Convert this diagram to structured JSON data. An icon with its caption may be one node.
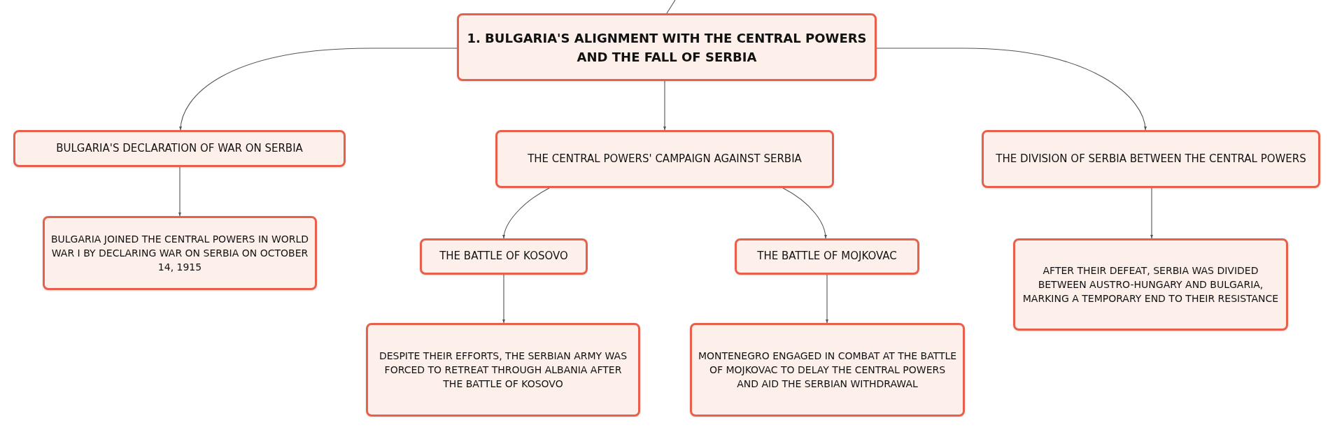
{
  "diagram": {
    "nodes": [
      {
        "text": [
          "1. BULGARIA'S ALIGNMENT WITH THE CENTRAL POWERS AND THE FALL OF SERBIA"
        ]
      },
      {
        "text": [
          "BULGARIA'S DECLARATION OF WAR ON SERBIA"
        ]
      },
      {
        "text": [
          "THE CENTRAL POWERS' CAMPAIGN AGAINST SERBIA"
        ]
      },
      {
        "text": [
          "THE DIVISION OF SERBIA BETWEEN THE CENTRAL POWERS"
        ]
      },
      {
        "text": [
          "BULGARIA JOINED THE CENTRAL POWERS IN WORLD WAR I BY DECLARING WAR ON SERBIA ON OCTOBER 14, 1915"
        ]
      },
      {
        "text": [
          "THE BATTLE OF KOSOVO"
        ]
      },
      {
        "text": [
          "THE BATTLE OF MOJKOVAC"
        ]
      },
      {
        "text": [
          "AFTER THEIR DEFEAT, SERBIA WAS DIVIDED BETWEEN AUSTRO-HUNGARY AND BULGARIA, MARKING A TEMPORARY END TO THEIR RESISTANCE"
        ]
      },
      {
        "text": [
          "DESPITE THEIR EFFORTS, THE SERBIAN ARMY WAS FORCED TO RETREAT THROUGH ALBANIA AFTER THE BATTLE OF KOSOVO"
        ]
      },
      {
        "text": [
          "MONTENEGRO ENGAGED IN COMBAT AT THE BATTLE OF MOJKOVAC TO DELAY THE CENTRAL POWERS AND AID THE SERBIAN WITHDRAWAL"
        ]
      }
    ],
    "edges": [
      {
        "from": null,
        "to": 0,
        "arrow": "none"
      },
      {
        "from": 0,
        "to": 1,
        "arrow": "to"
      },
      {
        "from": 0,
        "to": 2,
        "arrow": "to"
      },
      {
        "from": 0,
        "to": 3,
        "arrow": "to"
      },
      {
        "from": 1,
        "to": 4,
        "arrow": "to"
      },
      {
        "from": 2,
        "to": 5,
        "arrow": "to"
      },
      {
        "from": 2,
        "to": 6,
        "arrow": "to"
      },
      {
        "from": 3,
        "to": 7,
        "arrow": "to"
      },
      {
        "from": 5,
        "to": 8,
        "arrow": "to"
      },
      {
        "from": 6,
        "to": 9,
        "arrow": "to"
      }
    ]
  }
}
